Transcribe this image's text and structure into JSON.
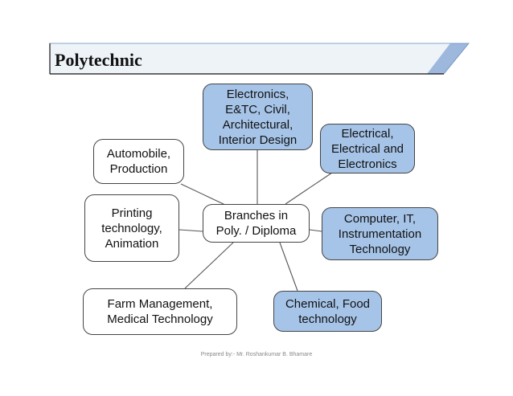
{
  "header": {
    "title": "Polytechnic"
  },
  "diagram": {
    "center": "Branches in\nPoly. / Diploma",
    "nodes": [
      {
        "id": "electronics",
        "label": "Electronics,\nE&TC, Civil,\nArchitectural,\nInterior Design",
        "highlight": true
      },
      {
        "id": "electrical",
        "label": "Electrical,\nElectrical and\nElectronics",
        "highlight": true
      },
      {
        "id": "computer",
        "label": "Computer, IT,\nInstrumentation\nTechnology",
        "highlight": true
      },
      {
        "id": "chemical",
        "label": "Chemical, Food\ntechnology",
        "highlight": true
      },
      {
        "id": "farm",
        "label": "Farm Management,\nMedical Technology",
        "highlight": false
      },
      {
        "id": "printing",
        "label": "Printing\ntechnology,\nAnimation",
        "highlight": false
      },
      {
        "id": "automobile",
        "label": "Automobile,\nProduction",
        "highlight": false
      }
    ]
  },
  "colors": {
    "highlight_fill": "#a6c4e8",
    "plain_fill": "#ffffff",
    "banner_fill": "#eef3f8",
    "banner_accent": "#5b86c4"
  },
  "footer": {
    "credit": "Prepared by:- Mr. Roshankumar B. Bhamare"
  }
}
